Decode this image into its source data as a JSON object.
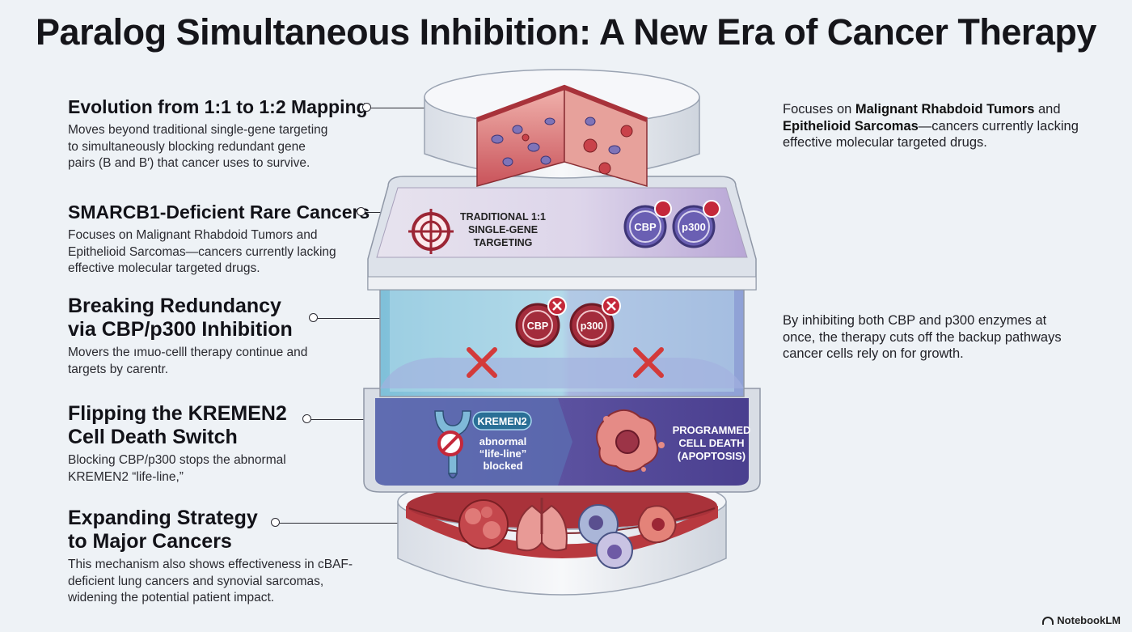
{
  "title": "Paralog Simultaneous Inhibition: A New Era of Cancer Therapy",
  "left_blocks": [
    {
      "heading": "Evolution from 1:1 to 1:2 Mapping",
      "body": "Moves beyond traditional single-gene targeting\nto simultaneously blocking redundant gene\npairs (B and B′) that cancer uses to survive."
    },
    {
      "heading": "SMARCB1-Deficient Rare Cancers",
      "body": "Focuses on Malignant Rhabdoid Tumors and\nEpithelioid Sarcomas—cancers currently lacking\neffective molecular targeted drugs."
    },
    {
      "heading": "Breaking Redundancy\nvia CBP/p300 Inhibition",
      "body": "Movers the ımuo-celll therapy continue and\ntargets by carentr."
    },
    {
      "heading": "Flipping the KREMEN2\nCell Death Switch",
      "body": "Blocking CBP/p300 stops the abnormal\nKREMEN2 “life-line,”"
    },
    {
      "heading": "Expanding Strategy\nto Major Cancers",
      "body": "This mechanism also shows effectiveness in cBAF-\ndeficient lung cancers and synovial sarcomas,\nwidening the potential patient impact."
    }
  ],
  "right_texts": {
    "first": {
      "p1": "Focuses on ",
      "b1": "Malignant Rhabdoid Tumors",
      "p2": " and\n",
      "b2": "Epithelioid Sarcomas",
      "p3": "—cancers currently lacking\neffective molecular targeted drugs."
    },
    "second": "By inhibiting both CBP and p300 enzymes at\nonce, the therapy cuts off the backup pathways\ncancer cells rely on for growth."
  },
  "diagram": {
    "tier2_label_lines": [
      "TRADITIONAL 1:1",
      "SINGLE-GENE",
      "TARGETING"
    ],
    "cbp": "CBP",
    "p300": "p300",
    "kremen2": "KREMEN2",
    "blocked_lines": [
      "abnormal",
      "“life-line”",
      "blocked"
    ],
    "death_lines": [
      "PROGRAMMED",
      "CELL DEATH",
      "(APOPTOSIS)"
    ]
  },
  "colors": {
    "background": "#eef2f6",
    "target_red": "#9c2635",
    "purple": "#5b4fa0",
    "blue_band": "#8fc6dc",
    "tissue_red": "#b8393f"
  },
  "brand": "NotebookLM"
}
